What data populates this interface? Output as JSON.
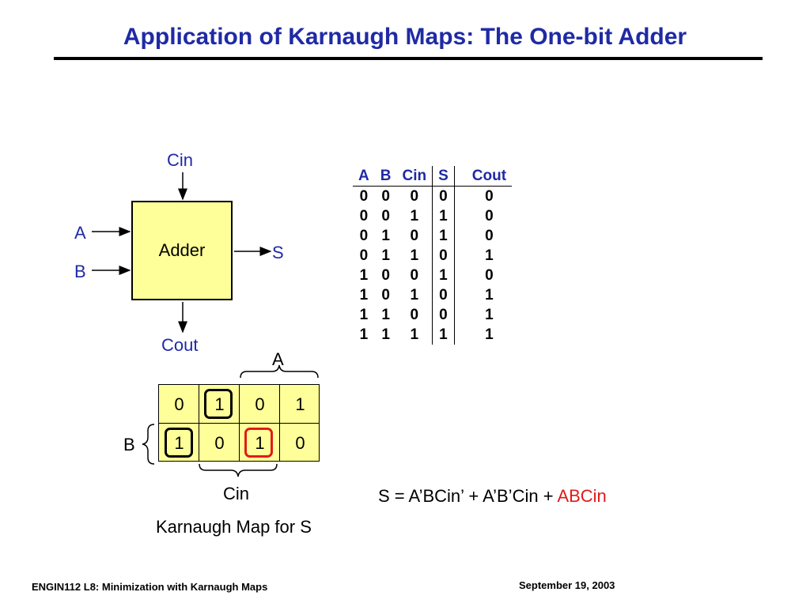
{
  "title": "Application of Karnaugh Maps: The One-bit Adder",
  "adder": {
    "label": "Adder",
    "inputs": {
      "cin": "Cin",
      "a": "A",
      "b": "B"
    },
    "outputs": {
      "s": "S",
      "cout": "Cout"
    }
  },
  "truth_table": {
    "headers": [
      "A",
      "B",
      "Cin",
      "S",
      "Cout"
    ],
    "rows": [
      [
        "0",
        "0",
        "0",
        "0",
        "0"
      ],
      [
        "0",
        "0",
        "1",
        "1",
        "0"
      ],
      [
        "0",
        "1",
        "0",
        "1",
        "0"
      ],
      [
        "0",
        "1",
        "1",
        "0",
        "1"
      ],
      [
        "1",
        "0",
        "0",
        "1",
        "0"
      ],
      [
        "1",
        "0",
        "1",
        "0",
        "1"
      ],
      [
        "1",
        "1",
        "0",
        "0",
        "1"
      ],
      [
        "1",
        "1",
        "1",
        "1",
        "1"
      ]
    ]
  },
  "kmap": {
    "cells": [
      [
        "0",
        "1",
        "0",
        "1"
      ],
      [
        "1",
        "0",
        "1",
        "0"
      ]
    ],
    "label_a": "A",
    "label_b": "B",
    "label_cin": "Cin",
    "caption": "Karnaugh Map for S",
    "colors": {
      "fill": "#ffff99",
      "highlight_loop": "#e11a1a"
    }
  },
  "equation": {
    "black": "S = A’BCin’ + A’B’Cin + ",
    "red": "ABCin"
  },
  "footer": {
    "left": "ENGIN112  L8: Minimization with Karnaugh Maps",
    "right": "September 19, 2003"
  },
  "colors": {
    "title": "#1f2aa5",
    "adder_fill": "#ffff99"
  }
}
